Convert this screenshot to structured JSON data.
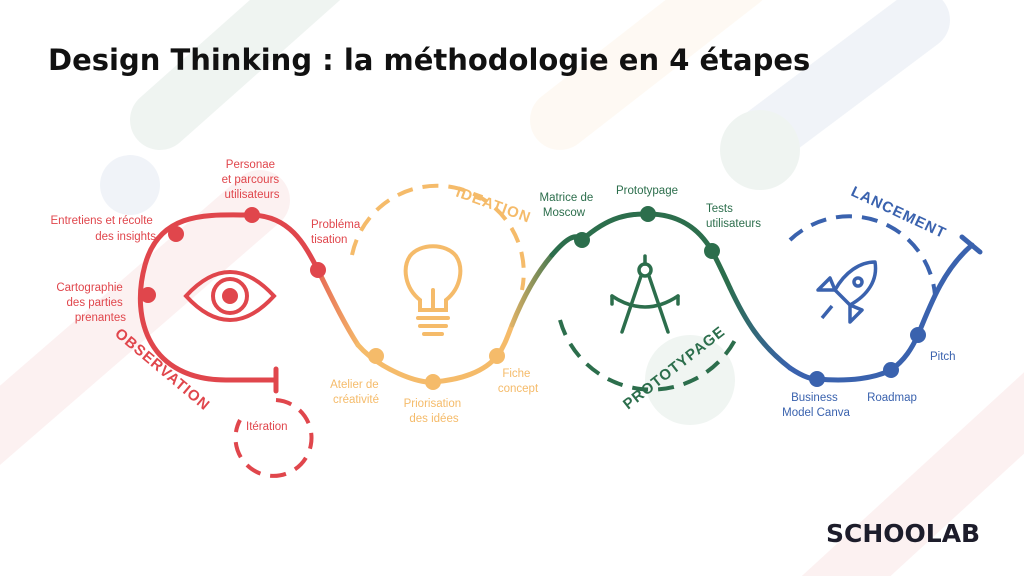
{
  "title": "Design Thinking : la méthodologie en 4 étapes",
  "logo": "SCHOOLAB",
  "colors": {
    "observation": "#e0464c",
    "ideation": "#f5bb6a",
    "prototypage": "#2c6e4c",
    "lancement": "#3a62ae"
  },
  "phases": {
    "observation": "OBSERVATION",
    "ideation": "IDEATION",
    "prototypage": "PROTOTYPAGE",
    "lancement": "LANCEMENT"
  },
  "icons": [
    "eye-icon",
    "lightbulb-icon",
    "compass-icon",
    "rocket-icon"
  ],
  "labels": {
    "entretiens": [
      "Entretiens et récolte",
      "des insights"
    ],
    "cartographie": [
      "Cartographie",
      "des parties",
      "prenantes"
    ],
    "personae": [
      "Personae",
      "et parcours",
      "utilisateurs"
    ],
    "problematisation": [
      "Probléma",
      "tisation"
    ],
    "iteration": "Itération",
    "atelier": [
      "Atelier de",
      "créativité"
    ],
    "priorisation": [
      "Priorisation",
      "des idées"
    ],
    "fiche": [
      "Fiche",
      "concept"
    ],
    "matrice": [
      "Matrice de",
      "Moscow"
    ],
    "prototypage": "Prototypage",
    "tests": [
      "Tests",
      "utilisateurs"
    ],
    "business": [
      "Business",
      "Model Canva"
    ],
    "roadmap": "Roadmap",
    "pitch": "Pitch"
  }
}
